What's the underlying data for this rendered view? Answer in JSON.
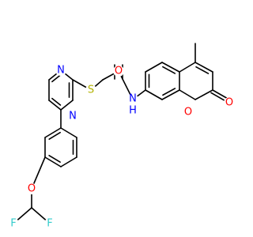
{
  "atom_labels": {
    "S": "S",
    "O_amide": "O",
    "N_amide": "N",
    "H_amide": "H",
    "N_pyr1": "N",
    "N_pyr2": "N",
    "O_ring": "O",
    "O_lactone": "O",
    "O_ether": "O",
    "F1": "F",
    "F2": "F"
  },
  "colors": {
    "bond": "#000000",
    "S": "#b2b200",
    "O": "#ff0000",
    "N": "#0000ff",
    "F": "#33cccc"
  }
}
